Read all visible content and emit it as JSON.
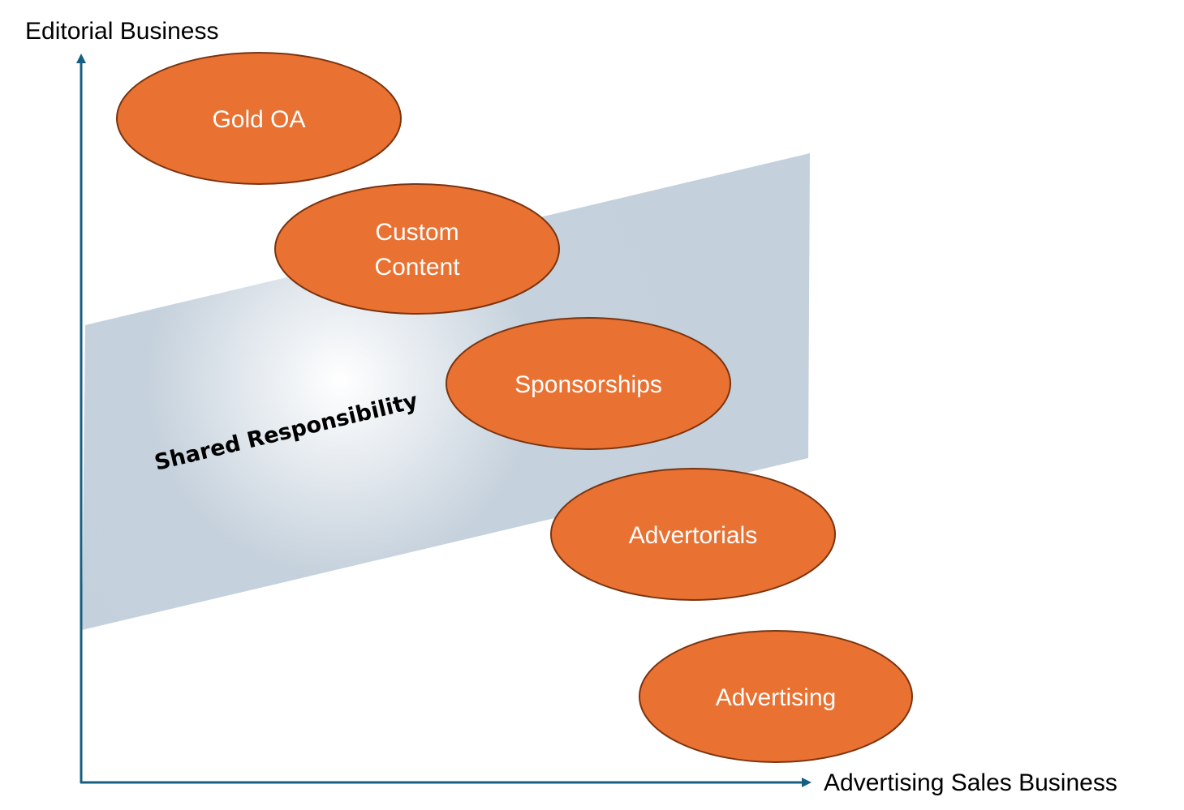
{
  "diagram": {
    "axes": {
      "y_label": "Editorial Business",
      "x_label": "Advertising Sales Business",
      "color": "#156082"
    },
    "band": {
      "label": "Shared Responsibility",
      "edge_color": "#c4d0db",
      "center_color": "#ffffff"
    },
    "ellipse_style": {
      "fill": "#e97132",
      "stroke": "#7a3410",
      "text_color": "#ffffff"
    },
    "items": [
      {
        "id": "gold-oa",
        "lines": [
          "Gold OA"
        ]
      },
      {
        "id": "custom-content",
        "lines": [
          "Custom",
          "Content"
        ]
      },
      {
        "id": "sponsorships",
        "lines": [
          "Sponsorships"
        ]
      },
      {
        "id": "advertorials",
        "lines": [
          "Advertorials"
        ]
      },
      {
        "id": "advertising",
        "lines": [
          "Advertising"
        ]
      }
    ]
  }
}
